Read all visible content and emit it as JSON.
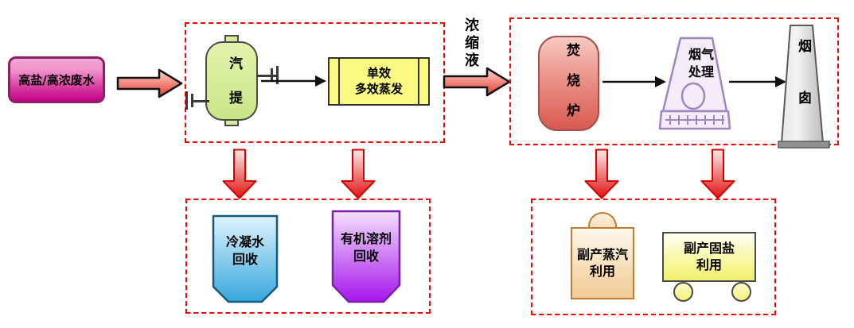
{
  "flow": {
    "feed": {
      "label": "高盐/高浓废水"
    },
    "pretreatment_section": {
      "stripper_label": "汽提",
      "evaporator_label": "单效\n多效蒸发"
    },
    "stream_label": "浓缩液",
    "incineration_section": {
      "incinerator_label": "焚烧炉",
      "flue_gas_label": "烟气\n处理",
      "chimney_label": "烟囱"
    },
    "recovery_section": {
      "condensate_label": "冷凝水\n回收",
      "solvent_label": "有机溶剂\n回收"
    },
    "byproduct_section": {
      "steam_label": "副产蒸汽\n利用",
      "salt_label": "副产固盐\n利用"
    }
  },
  "colors": {
    "section_dashed_border": "#FF0000",
    "feed_magenta": "#C4008C",
    "stripper_green": "#CBE487",
    "evaporator_yellow": "#FAFA82",
    "incinerator_red": "#D75A50",
    "flue_gas_lavender": "#F4EDF9",
    "flue_gas_border": "#9F87BE",
    "chimney_gray": "#C9C9C9",
    "condensate_blue": "#36A7DC",
    "solvent_purple": "#A716EC",
    "steam_orange_border": "#BF7E2E",
    "salt_yellow": "#F2F276",
    "arrow_red": "#E63A2E",
    "text_black": "#000000"
  }
}
